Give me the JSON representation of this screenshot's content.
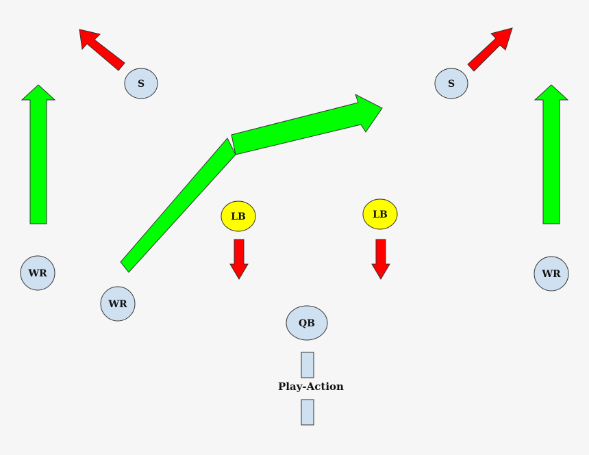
{
  "players": {
    "wr_left": "WR",
    "wr_slot": "WR",
    "wr_right": "WR",
    "s_left": "S",
    "s_right": "S",
    "lb_left": "LB",
    "lb_right": "LB",
    "qb": "QB"
  },
  "caption": "Play-Action",
  "colors": {
    "background": "#f6f6f6",
    "offense": "#cfe0f1",
    "linebacker": "#ffff00",
    "route": "#00ff00",
    "defense_move": "#ff0000",
    "outline": "#333333"
  }
}
